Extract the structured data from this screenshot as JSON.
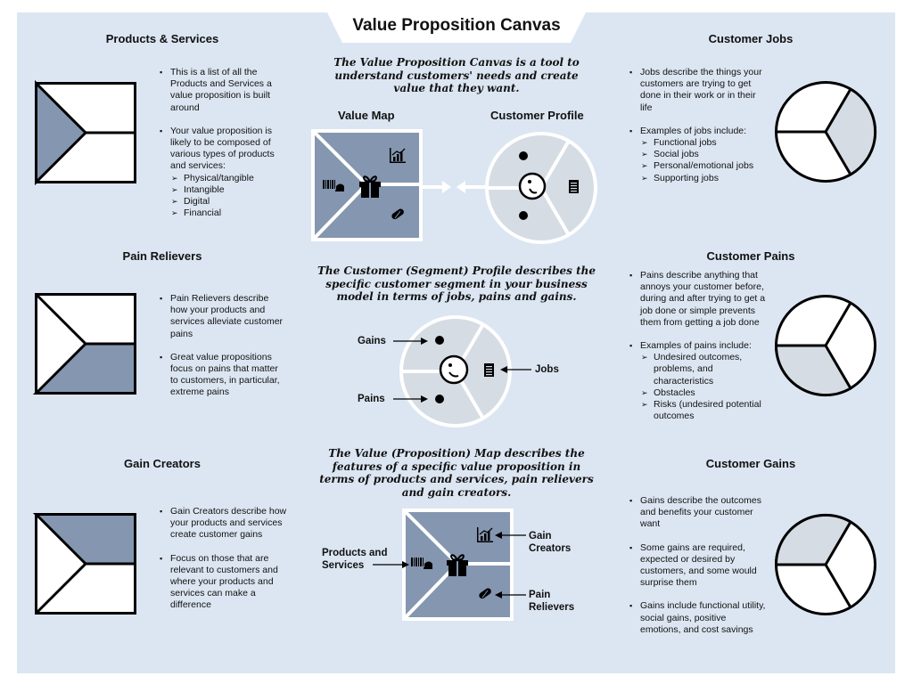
{
  "title": "Value Proposition Canvas",
  "left": {
    "products": {
      "heading": "Products & Services",
      "bullets": [
        "This is a list of all the Products and Services a value proposition is built around",
        "Your value proposition is likely to be composed of various types of products and services:"
      ],
      "subitems": [
        "Physical/tangible",
        "Intangible",
        "Digital",
        "Financial"
      ]
    },
    "pains": {
      "heading": "Pain Relievers",
      "bullets": [
        "Pain Relievers describe how your products and services alleviate customer pains",
        "Great value propositions focus on pains that matter to customers, in particular, extreme pains"
      ]
    },
    "gains": {
      "heading": "Gain Creators",
      "bullets": [
        "Gain Creators describe how your products and services create customer gains",
        "Focus on those that are relevant to customers and where your products and services can make a difference"
      ]
    }
  },
  "center": {
    "intro": "The Value Proposition Canvas is a tool to understand customers' needs and create value that they want.",
    "value_map_label": "Value Map",
    "customer_profile_label": "Customer Profile",
    "profile_desc": "The Customer (Segment) Profile describes the specific customer segment in your business model in terms of jobs, pains and gains.",
    "profile_labels": {
      "gains": "Gains",
      "pains": "Pains",
      "jobs": "Jobs"
    },
    "map_desc": "The Value (Proposition) Map describes the features of a specific value proposition in terms of products and services, pain relievers and gain creators.",
    "map_labels": {
      "products_line1": "Products and",
      "products_line2": "Services",
      "gain_line1": "Gain",
      "gain_line2": "Creators",
      "pain_line1": "Pain",
      "pain_line2": "Relievers"
    }
  },
  "right": {
    "jobs": {
      "heading": "Customer Jobs",
      "bullets": [
        "Jobs describe the things your customers are trying to get done in their work or in their life",
        "Examples of jobs include:"
      ],
      "subitems": [
        "Functional jobs",
        "Social jobs",
        "Personal/emotional jobs",
        "Supporting jobs"
      ]
    },
    "pains": {
      "heading": "Customer Pains",
      "bullets": [
        "Pains describe anything that annoys your customer before, during and after trying to get a job done or simple prevents them from getting a job done",
        "Examples of pains include:"
      ],
      "subitems": [
        "Undesired outcomes, problems, and characteristics",
        "Obstacles",
        "Risks (undesired potential outcomes"
      ]
    },
    "gains": {
      "heading": "Customer Gains",
      "bullets": [
        "Gains describe the outcomes and benefits your customer want",
        "Some gains are required, expected or desired by customers, and some would surprise them",
        "Gains include functional utility, social gains, positive emotions, and cost savings"
      ]
    }
  },
  "colors": {
    "panel": "#dce6f2",
    "accent": "#8496b0",
    "light": "#d6dce4"
  }
}
